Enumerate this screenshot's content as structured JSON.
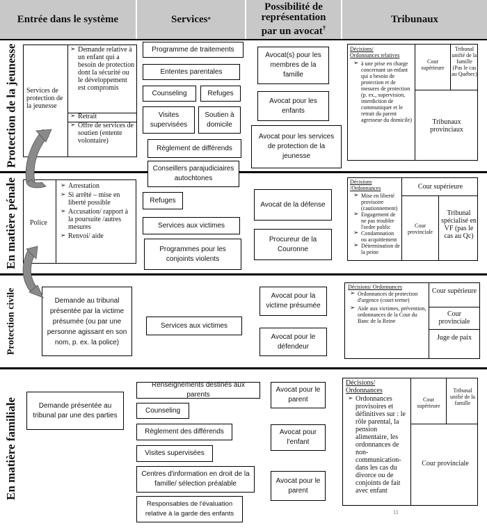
{
  "headers": {
    "entry": "Entrée dans le système",
    "services": "Services",
    "services_mark": "*",
    "lawyer_line1": "Possibilité de",
    "lawyer_line2": "représentation",
    "lawyer_line3": "par un avocat",
    "lawyer_mark": "†",
    "courts": "Tribunaux"
  },
  "sections": {
    "youth": "Protection de la jeunesse",
    "criminal": "En matière pénale",
    "civil": "Protection civile",
    "family": "En matière familiale"
  },
  "youth": {
    "entry_label": "Services de protection de la jeunesse",
    "entry_bullets": [
      "Demande relative à un enfant qui a besoin de protection dont la sécurité ou le développement est compromis",
      "Retrait",
      "Offre de services de soutien (entente volontaire)"
    ],
    "services": {
      "treatment": "Programme de traitements",
      "parental": "Ententes parentales",
      "counseling": "Counseling",
      "shelters": "Refuges",
      "supervised": "Visites supervisées",
      "home_support": "Soutien à domicile",
      "dispute": "Règlement de différends",
      "aboriginal": "Conseillers parajudiciaires autochtones"
    },
    "lawyers": {
      "members": "Avocat(s) pour les membres de la famille",
      "children": "Avocat pour les enfants",
      "agency": "Avocat pour les services de protection de la jeunesse"
    },
    "courts": {
      "orders_title1": "Décisions/",
      "orders_title2": "Ordonnances relatives",
      "orders_body": "à une prise en charge concernant un enfant qui a besoin de protection et de mesures de protection (p. ex., supervision, interdiction de communiquer et le retrait du parent agresseur du domicile)",
      "superior": "Cour supérieure",
      "unified": "Tribunal unifié de la famille (Pas le cas au Québec)",
      "provincial": "Tribunaux provinciaux"
    }
  },
  "criminal": {
    "entry_label": "Police",
    "entry_bullets": [
      "Arrestation",
      "Si arrêté – mise en liberté possible",
      "Accusation/ rapport à la poursuite /autres mesures",
      "Renvoi/ aide"
    ],
    "services": {
      "shelters": "Refuges",
      "victims": "Services aux victimes",
      "violent": "Programmes pour les conjoints violents"
    },
    "lawyers": {
      "defense": "Avocat de la défense",
      "crown": "Procureur de la Couronne"
    },
    "courts": {
      "orders_title1": "Décisions",
      "orders_title2": "/Ordonnances",
      "orders_items": [
        "Mise en liberté provisoire (cautionnement)",
        "Engagement de ne pas troubler l'ordre public",
        "Condamnation ou acquittement",
        "Détermination de la peine"
      ],
      "superior": "Cour supérieure",
      "provincial": "Cour provinciale",
      "specialized": "Tribunal spécialisé en VF (pas le cas au Qc)"
    }
  },
  "civil": {
    "entry_label": "Demande au tribunal présentée par la victime présumée (ou par une personne agissant en son nom, p. ex. la police)",
    "services": {
      "victims": "Services aux victimes"
    },
    "lawyers": {
      "victim": "Avocat pour la victime présumée",
      "defendant": "Avocat pour le défendeur"
    },
    "courts": {
      "orders_title": "Décisions/ Ordonnances",
      "orders_items": [
        "Ordonnances de protection d'urgence (court terme)",
        "Aide aux victimes, prévention, ordonnances de la Cour du Banc de la Reine"
      ],
      "superior": "Cour supérieure",
      "provincial": "Cour provinciale",
      "justice": "Juge de paix"
    }
  },
  "family": {
    "entry_label": "Demande présentée au tribunal par une des parties",
    "services": {
      "info": "Renseignements destinés aux parents",
      "counseling": "Counseling",
      "dispute": "Règlement des différends",
      "supervised": "Visites supervisées",
      "centres": "Centres d'information en droit de la famille/ sélection préalable",
      "assessment": "Responsables de l'évaluation relative à la garde des enfants"
    },
    "lawyers": {
      "parent1": "Avocat pour le parent",
      "child": "Avocat pour l'enfant",
      "parent2": "Avocat pour le parent"
    },
    "courts": {
      "orders_title1": "Décisions/",
      "orders_title2": "Ordonnances",
      "orders_body": "Ordonnances provisoires et définitives sur : le rôle parental, la pension alimentaire, les ordonnances de non-communication-dans les cas du divorce ou de conjoints de fait avec enfant",
      "superior": "Cour supérieure",
      "unified": "Tribunal unifié de la famille",
      "provincial": "Cour provinciale",
      "footnote_mark": "11"
    }
  }
}
